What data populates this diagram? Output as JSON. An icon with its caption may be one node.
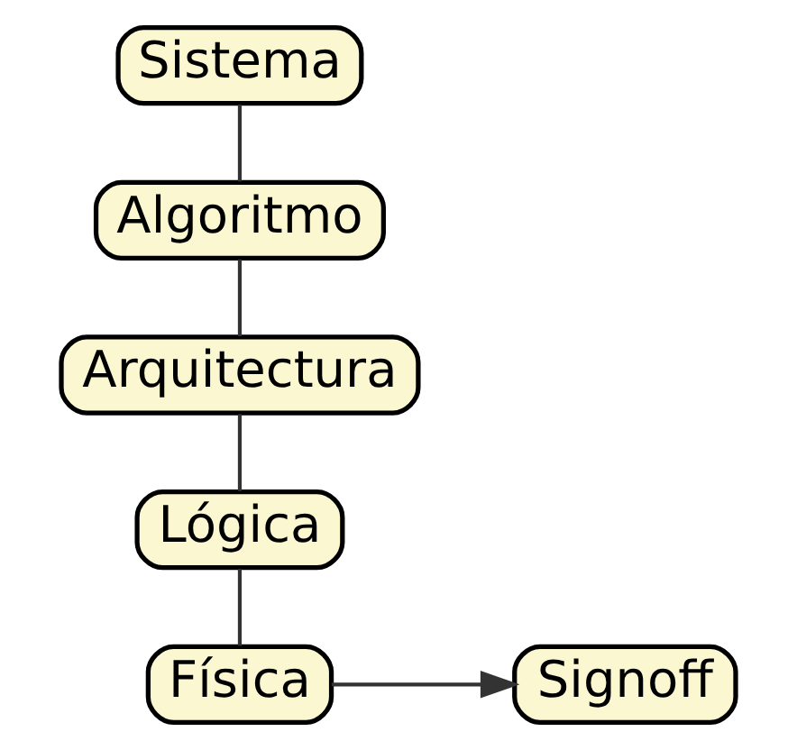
{
  "diagram": {
    "nodes": [
      {
        "text": [
          "Sistema"
        ]
      },
      {
        "text": [
          "Algoritmo"
        ]
      },
      {
        "text": [
          "Arquitectura"
        ]
      },
      {
        "text": [
          "Lógica"
        ]
      },
      {
        "text": [
          "Física"
        ]
      },
      {
        "text": [
          "Signoff"
        ]
      }
    ],
    "edges": [
      {
        "from": 0,
        "to": 1,
        "arrow": "none"
      },
      {
        "from": 1,
        "to": 2,
        "arrow": "none"
      },
      {
        "from": 2,
        "to": 3,
        "arrow": "none"
      },
      {
        "from": 3,
        "to": 4,
        "arrow": "none"
      },
      {
        "from": 4,
        "to": 5,
        "arrow": "to"
      }
    ]
  }
}
